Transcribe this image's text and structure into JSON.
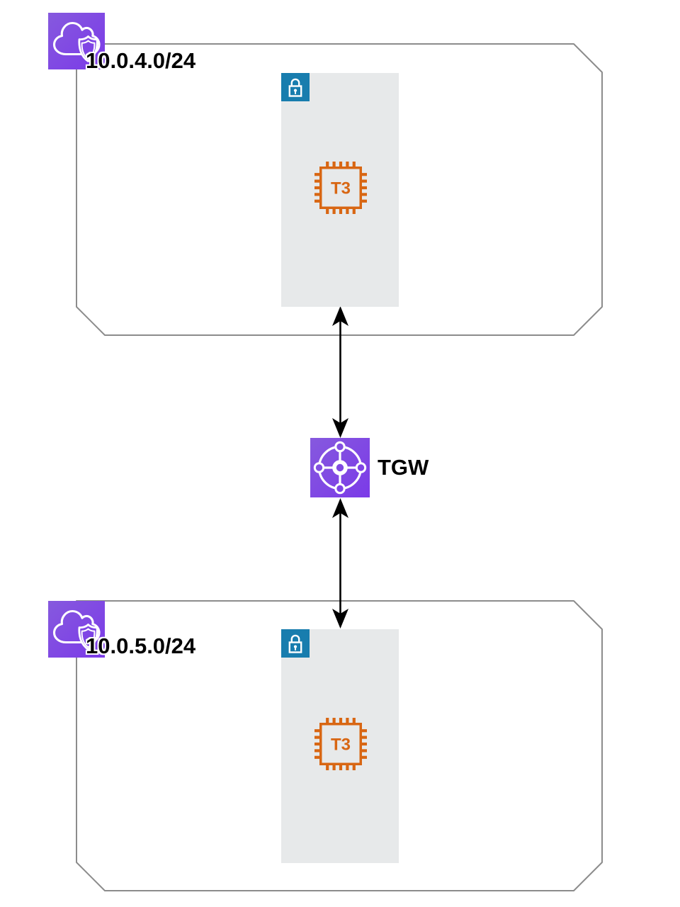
{
  "diagram": {
    "vpcs": [
      {
        "cidr": "10.0.4.0/24",
        "instance_label": "T3"
      },
      {
        "cidr": "10.0.5.0/24",
        "instance_label": "T3"
      }
    ],
    "transit_gateway": {
      "label": "TGW"
    },
    "icons": {
      "vpc": "cloud-with-shield-icon",
      "subnet": "private-subnet-lock-icon",
      "instance": "ec2-chip-icon",
      "gateway": "transit-gateway-hub-icon"
    },
    "colors": {
      "background": "#FFFFFF",
      "vpc_border": "#8C8C8C",
      "subnet_fill": "#E7E9EA",
      "icon_purple_light": "#8659DE",
      "icon_purple_dark": "#7B3AE8",
      "subnet_lock_blue": "#187DAE",
      "instance_orange": "#D86613",
      "arrow": "#000000",
      "label_text": "#000000"
    }
  }
}
